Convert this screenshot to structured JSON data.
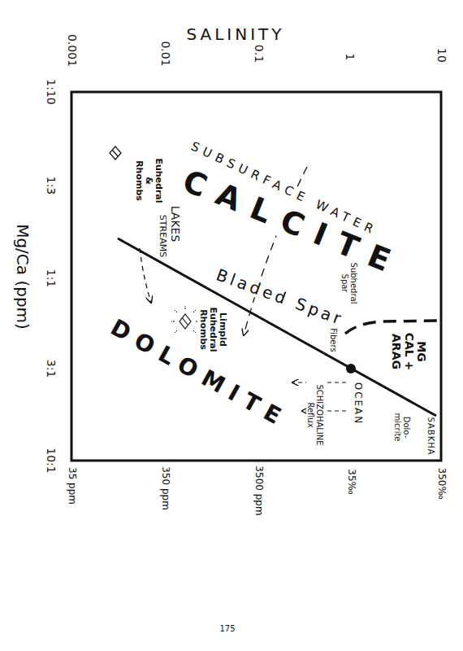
{
  "diagram": {
    "labels": [
      "SALINITY",
      "0.001",
      "0.01",
      "0.1",
      "1",
      "10",
      "1:10",
      "1:3",
      "1:1",
      "3:1",
      "10:1",
      "Mg/Ca (ppm)",
      "35 ppm",
      "350 ppm",
      "3500 ppm",
      "35‰",
      "350‰",
      "SUBSURFACE WATER",
      "CALCITE",
      "DOLOMITE",
      "Euhedral & Rhombs",
      "STREAMS",
      "LAKES",
      "Limpid Euhedral Rhombs",
      "Bladed Spar",
      "Subhedral Spar",
      "MG CAL + ARAG",
      "Fibers",
      "OCEAN",
      "SABKHA",
      "Dolo-micrite",
      "SCHIZOHALINE Reflux",
      "175"
    ]
  }
}
